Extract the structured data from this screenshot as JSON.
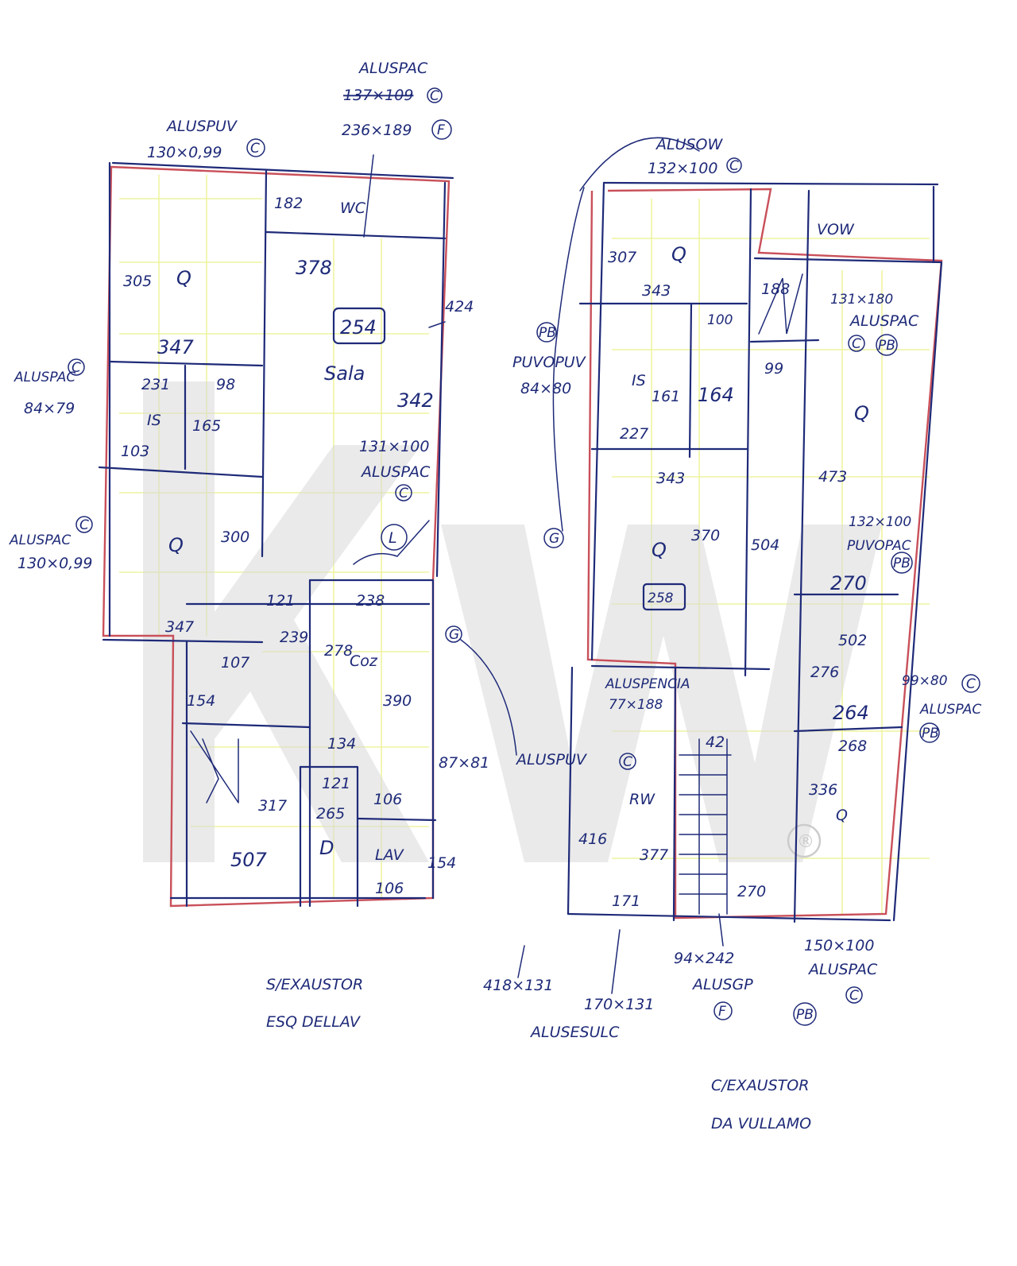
{
  "watermark": {
    "text": "kw",
    "mark": "®"
  },
  "floor_left": {
    "labels": {
      "top_window_left_name": "ALUSPUV",
      "top_window_left_size": "130×0,99",
      "top_window_left_code": "C",
      "top_window_right_name": "ALUSPAC",
      "top_window_right_crossed": "137×109",
      "top_window_right_crossed_code": "C",
      "top_window_right_size": "236×189",
      "top_window_right_code": "F",
      "dim_182": "182",
      "wc": "WC",
      "dim_378": "378",
      "dim_305": "305",
      "q1": "Q",
      "dim_254": "254",
      "sala": "Sala",
      "dim_424": "424",
      "dim_347": "347",
      "side_window1_name": "ALUSPAC",
      "side_window1_code": "C",
      "side_window1_size": "84×79",
      "dim_231": "231",
      "dim_98": "98",
      "dim_342": "342",
      "is": "IS",
      "dim_165": "165",
      "dim_103": "103",
      "win_131_size": "131×100",
      "win_131_name": "ALUSPAC",
      "win_131_code": "C",
      "side_window2_name": "ALUSPAC",
      "side_window2_code": "C",
      "side_window2_size": "130×0,99",
      "q2": "Q",
      "dim_300": "300",
      "l_circle": "L",
      "dim_121a": "121",
      "dim_238": "238",
      "dim_347b": "347",
      "dim_239": "239",
      "dim_107": "107",
      "dim_278": "278",
      "coz": "Coz",
      "g_circle": "G",
      "dim_154a": "154",
      "dim_390": "390",
      "dim_134": "134",
      "win_87_size": "87×81",
      "win_87_name": "ALUSPUV",
      "win_87_code": "C",
      "dim_121b": "121",
      "dim_317": "317",
      "dim_265": "265",
      "dim_106a": "106",
      "dim_507": "507",
      "d": "D",
      "lav": "LAV",
      "dim_154b": "154",
      "dim_106b": "106",
      "footer_line1": "S/EXAUSTOR",
      "footer_line2": "ESQ DELLAV"
    }
  },
  "floor_right": {
    "labels": {
      "top_window_name": "ALUSOW",
      "top_window_size": "132×100",
      "top_window_code": "C",
      "vow": "VOW",
      "dim_307": "307",
      "q1": "Q",
      "dim_343a": "343",
      "dim_188": "188",
      "win_131_size": "131×180",
      "win_131_name": "ALUSPAC",
      "win_131_code1": "C",
      "win_131_code2": "PB",
      "dim_100": "100",
      "pb_circle": "PB",
      "left_window_name": "PUVOPUV",
      "left_window_size": "84×80",
      "dim_99": "99",
      "is": "IS",
      "dim_161": "161",
      "dim_164": "164",
      "q2": "Q",
      "dim_227": "227",
      "dim_343b": "343",
      "dim_473": "473",
      "dim_370": "370",
      "dim_504": "504",
      "win_132_size": "132×100",
      "win_132_name": "PUVOPAC",
      "win_132_code": "PB",
      "q3": "Q",
      "dim_258": "258",
      "dim_270a": "270",
      "dim_502": "502",
      "g_circle": "G",
      "stair_note1": "ALUSPENCIA",
      "stair_note2": "77×188",
      "dim_276": "276",
      "win_99_size": "99×80",
      "win_99_code1": "C",
      "win_99_name": "ALUSPAC",
      "win_99_code2": "PB",
      "dim_264": "264",
      "dim_42": "42",
      "dim_268": "268",
      "dim_336": "336",
      "q4": "Q",
      "rw": "RW",
      "dim_416": "416",
      "dim_377": "377",
      "dim_270b": "270",
      "dim_171": "171",
      "win_418_size": "418×131",
      "win_170_size": "170×131",
      "win_170_name": "ALUSESULC",
      "win_94_size": "94×242",
      "win_94_name": "ALUSGP",
      "win_94_code": "F",
      "win_150_size": "150×100",
      "win_150_name": "ALUSPAC",
      "win_150_code1": "PB",
      "win_150_code2": "C",
      "footer_line1": "C/EXAUSTOR",
      "footer_line2": "DA VULLAMO"
    }
  }
}
